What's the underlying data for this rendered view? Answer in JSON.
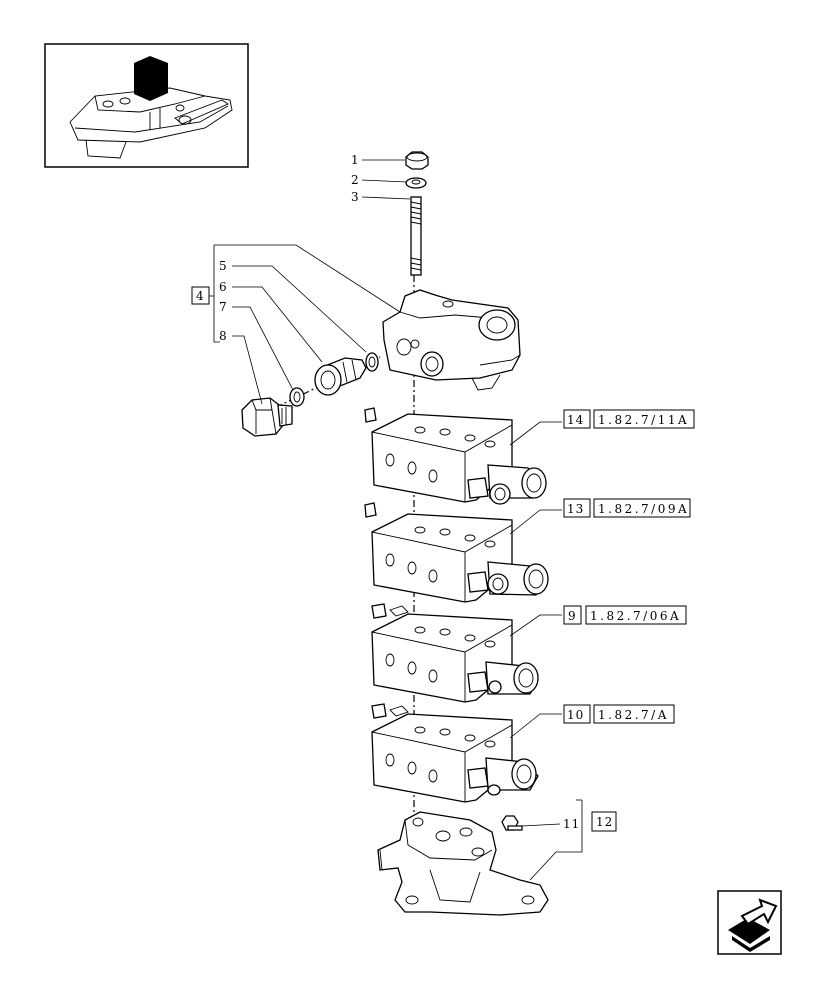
{
  "callouts": {
    "c1": "1",
    "c2": "2",
    "c3": "3",
    "c4": "4",
    "c5": "5",
    "c6": "6",
    "c7": "7",
    "c8": "8",
    "c9": "9",
    "c10": "10",
    "c11": "11",
    "c12": "12",
    "c13": "13",
    "c14": "14"
  },
  "references": {
    "r14": "1.82.7/11A",
    "r13": "1.82.7/09A",
    "r9": "1.82.7/06A",
    "r10": "1.82.7/A"
  },
  "icons": {
    "thumbnail": "tractor-rear-housing-thumbnail-icon",
    "navigation": "next-page-arrow-icon"
  }
}
